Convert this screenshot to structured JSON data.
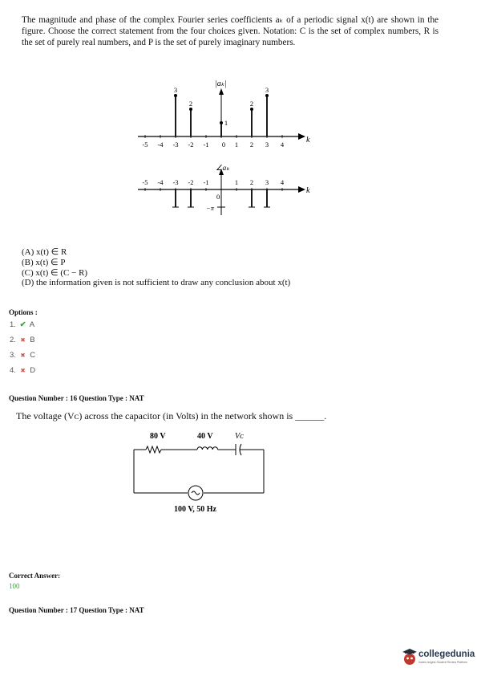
{
  "question15": {
    "text": "The magnitude and phase of the complex Fourier series coefficients aₖ of a periodic signal x(t) are shown in the figure. Choose the correct statement from the four choices given. Notation: C is the set of complex numbers, R is the set of purely real numbers, and P is the set of purely imaginary numbers.",
    "magnitude_label": "|aₖ|",
    "phase_label": "∠aₖ",
    "k_label": "k",
    "neg_pi_label": "−π",
    "zero_label": "0",
    "mag_axis_ticks": [
      "-5",
      "-4",
      "-3",
      "-2",
      "-1",
      "0",
      "1",
      "2",
      "3",
      "4"
    ],
    "phase_axis_ticks": [
      "-5",
      "-4",
      "-3",
      "-2",
      "-1",
      "1",
      "2",
      "3",
      "4"
    ],
    "magnitude_values": [
      {
        "k": -3,
        "value": "3"
      },
      {
        "k": -2,
        "value": "2"
      },
      {
        "k": 0,
        "value": "1"
      },
      {
        "k": 2,
        "value": "2"
      },
      {
        "k": 3,
        "value": "3"
      }
    ],
    "choices": [
      "(A) x(t) ∈ R",
      "(B) x(t) ∈ P",
      "(C) x(t) ∈ (C − R)",
      "(D) the information given is not sufficient to draw any conclusion about x(t)"
    ]
  },
  "options": {
    "heading": "Options :",
    "items": [
      {
        "num": "1.",
        "mark": "✔",
        "letter": "A",
        "status": "correct"
      },
      {
        "num": "2.",
        "mark": "✖",
        "letter": "B",
        "status": "wrong"
      },
      {
        "num": "3.",
        "mark": "✖",
        "letter": "C",
        "status": "wrong"
      },
      {
        "num": "4.",
        "mark": "✖",
        "letter": "D",
        "status": "wrong"
      }
    ]
  },
  "question16": {
    "header": "Question Number : 16 Question Type : NAT",
    "text": "The voltage (Vᴄ) across the capacitor (in Volts) in the network shown is ______.",
    "resistor_label": "80 V",
    "inductor_label": "40 V",
    "capacitor_label": "Vᴄ",
    "source_label": "100 V, 50 Hz"
  },
  "answer": {
    "heading": "Correct Answer:",
    "value": "100"
  },
  "question17": {
    "header": "Question Number : 17 Question Type : NAT"
  },
  "logo": {
    "name": "collegedunia",
    "tagline": "India's largest Student Review Platform"
  },
  "colors": {
    "correct": "#3aa23a",
    "wrong": "#d9534f"
  }
}
